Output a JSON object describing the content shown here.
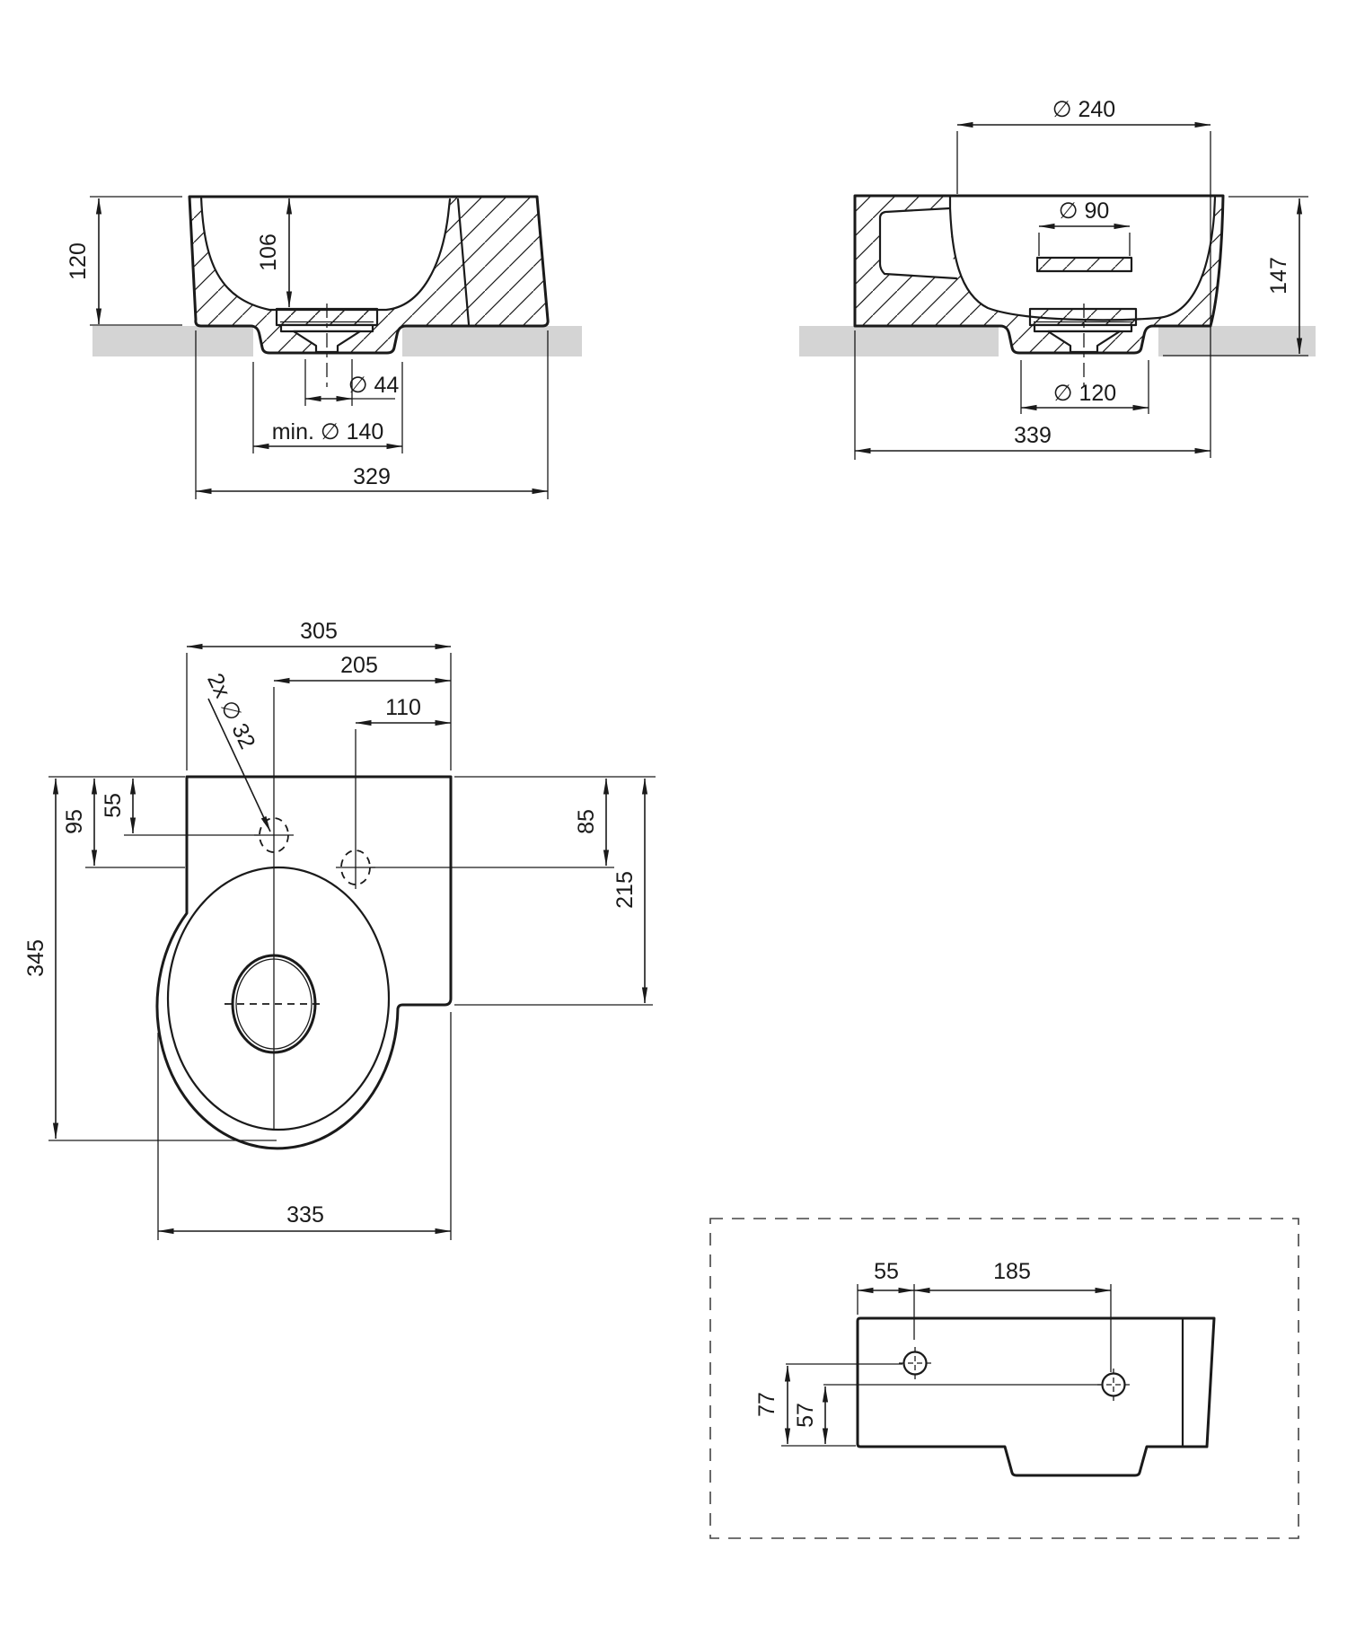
{
  "drawing": {
    "type": "washbasin-dimensional-drawing",
    "colors": {
      "line": "#1a1a1a",
      "countertop": "#d4d4d4",
      "background": "#ffffff"
    },
    "views": {
      "front_section": {
        "dims": {
          "overall_height": "120",
          "bowl_depth": "106",
          "drain_diameter": "∅ 44",
          "min_cutout_diameter": "min. ∅ 140",
          "overall_width": "329"
        }
      },
      "side_section": {
        "dims": {
          "bowl_diameter": "∅ 240",
          "shelf_diameter": "∅ 90",
          "overall_height": "147",
          "recess_diameter": "∅ 120",
          "overall_depth": "339"
        }
      },
      "top_view": {
        "dims": {
          "top_width": "305",
          "tap_hole_offset": "205",
          "second_hole_offset": "110",
          "tap_holes_note": "2x ∅ 32",
          "hole1_from_edge": "55",
          "hole2_from_edge": "95",
          "overall_depth": "345",
          "hole2_from_top_right": "85",
          "step_from_top": "215",
          "overall_width": "335"
        }
      },
      "rear_view": {
        "dims": {
          "hole1_from_left": "55",
          "holes_spacing": "185",
          "hole1_from_bottom": "77",
          "hole2_from_bottom": "57"
        }
      }
    }
  }
}
